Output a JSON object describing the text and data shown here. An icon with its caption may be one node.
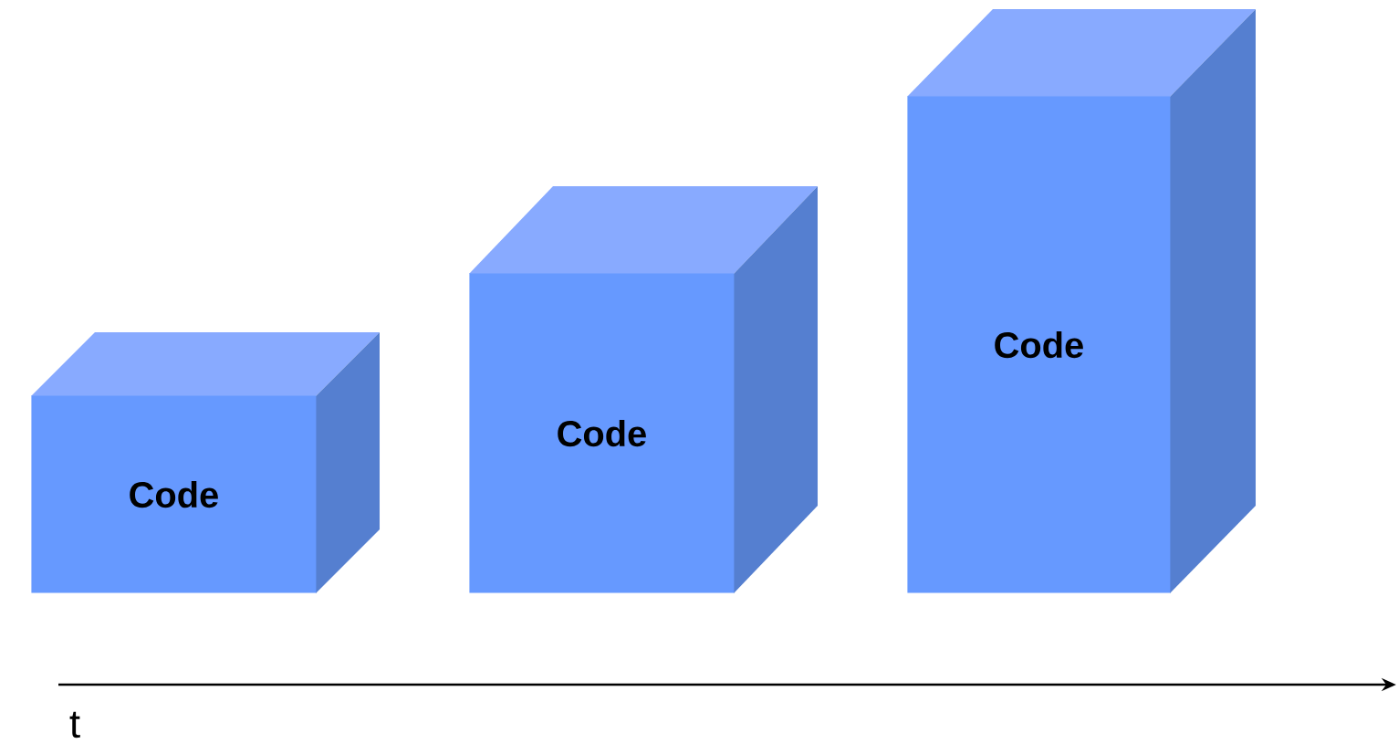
{
  "diagram": {
    "nodes": [
      {
        "text": [
          "Code"
        ]
      },
      {
        "text": [
          "Code"
        ]
      },
      {
        "text": [
          "Code"
        ]
      }
    ],
    "labels": [
      "t"
    ]
  }
}
